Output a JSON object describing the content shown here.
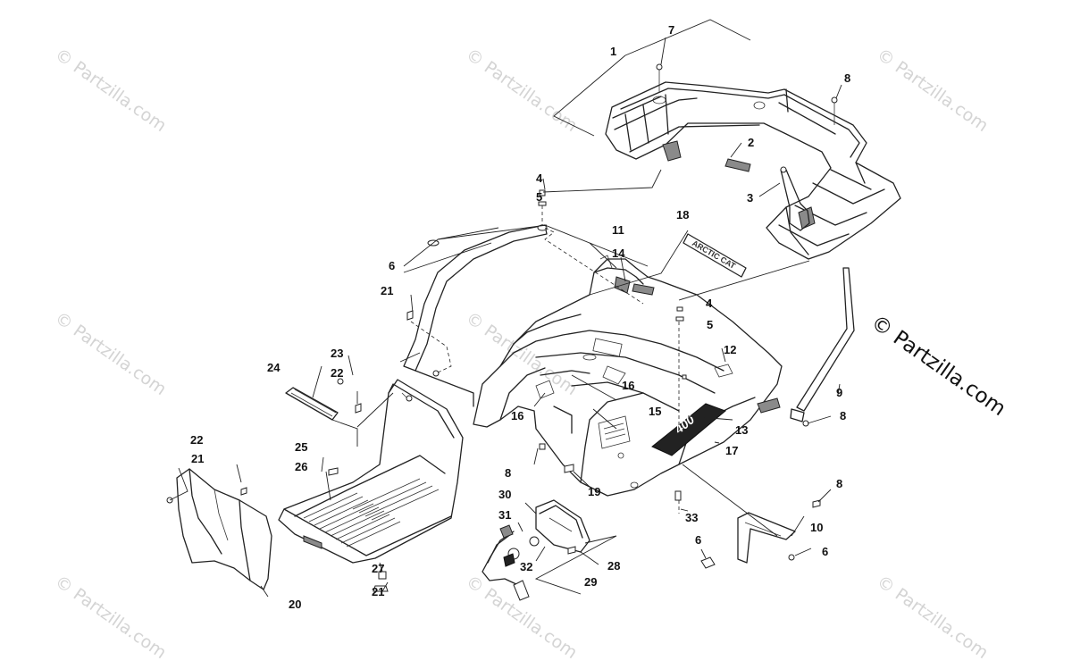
{
  "watermark": {
    "text": "© Partzilla.com",
    "copyright_text": "© Partzilla.com"
  },
  "callouts": {
    "c1": "1",
    "c2": "2",
    "c3": "3",
    "c4a": "4",
    "c4b": "4",
    "c5a": "5",
    "c5b": "5",
    "c6a": "6",
    "c6b": "6",
    "c6c": "6",
    "c7": "7",
    "c8a": "8",
    "c8b": "8",
    "c8c": "8",
    "c8d": "8",
    "c9": "9",
    "c10": "10",
    "c11": "11",
    "c12": "12",
    "c13": "13",
    "c14": "14",
    "c15": "15",
    "c16a": "16",
    "c16b": "16",
    "c17": "17",
    "c18": "18",
    "c19": "19",
    "c20": "20",
    "c21a": "21",
    "c21b": "21",
    "c21c": "21",
    "c22a": "22",
    "c22b": "22",
    "c23": "23",
    "c24": "24",
    "c25": "25",
    "c26": "26",
    "c27": "27",
    "c28": "28",
    "c29": "29",
    "c30": "30",
    "c31": "31",
    "c32": "32",
    "c33": "33"
  },
  "decal_text": {
    "arctic_cat": "ARCTIC CAT",
    "model_badge": "400"
  },
  "colors": {
    "line": "#222222",
    "watermark": "#d4d4d4",
    "background": "#ffffff"
  }
}
